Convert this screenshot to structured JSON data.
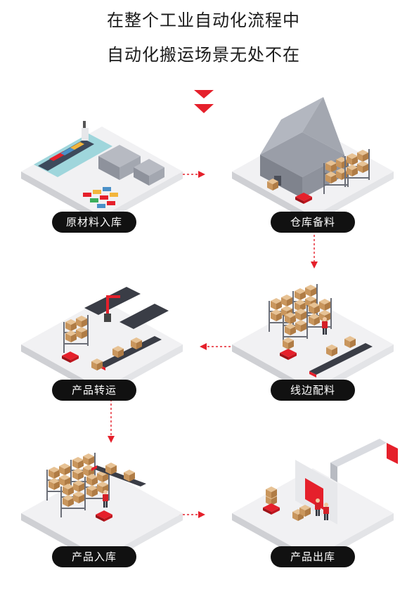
{
  "header": {
    "line1": "在整个工业自动化流程中",
    "line2": "自动化搬运场景无处不在"
  },
  "colors": {
    "accent": "#e5202b",
    "platform": "#f1f1f3",
    "platform_side": "#d7d8dc",
    "badge": "#111111"
  },
  "steps": [
    {
      "label": "原材料入库",
      "scene": "port-with-ship-and-containers"
    },
    {
      "label": "仓库备料",
      "scene": "warehouse-building-with-racks"
    },
    {
      "label": "线边配料",
      "scene": "racks-with-agv-and-conveyor"
    },
    {
      "label": "产品转运",
      "scene": "robot-arm-conveyor-line"
    },
    {
      "label": "产品入库",
      "scene": "conveyor-into-storage-racks"
    },
    {
      "label": "产品出库",
      "scene": "loading-dock-with-truck"
    }
  ]
}
